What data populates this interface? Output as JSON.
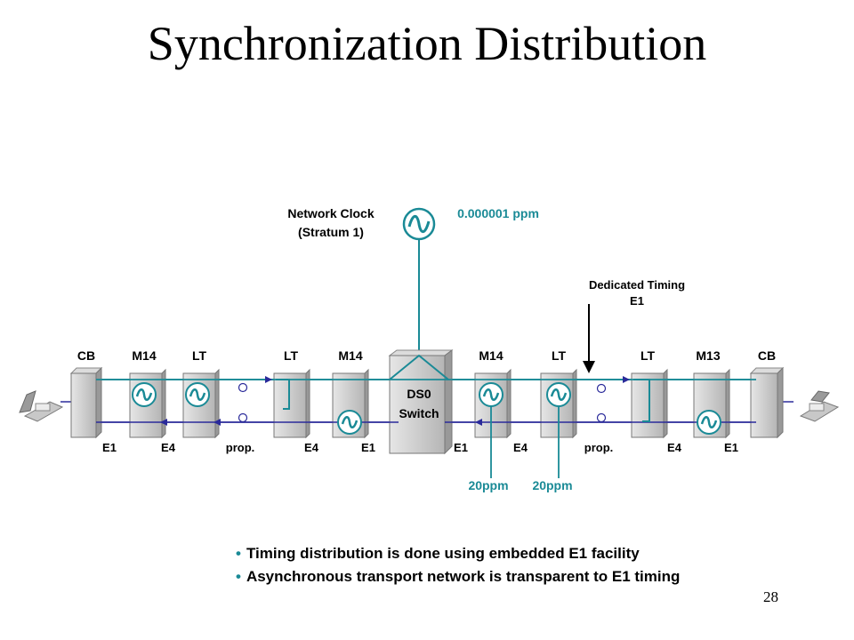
{
  "title": "Synchronization Distribution",
  "network_clock": {
    "line1": "Network Clock",
    "line2": "(Stratum 1)",
    "accuracy": "0.000001  ppm"
  },
  "dedicated_timing": {
    "line1": "Dedicated Timing",
    "line2": "E1"
  },
  "switch": {
    "line1": "DS0",
    "line2": "Switch"
  },
  "top_labels": [
    "CB",
    "M14",
    "LT",
    "LT",
    "M14",
    "M14",
    "LT",
    "LT",
    "M13",
    "CB"
  ],
  "bottom_labels": [
    "E1",
    "E4",
    "prop.",
    "E4",
    "E1",
    "E1",
    "E4",
    "prop.",
    "E4",
    "E1"
  ],
  "ppm_labels": [
    "20ppm",
    "20ppm"
  ],
  "bullets": [
    "Timing distribution is done using embedded E1 facility",
    "Asynchronous transport network is transparent to E1 timing"
  ],
  "page_number": "28",
  "colors": {
    "teal": "#1a8a96",
    "navy": "#2a2a9a",
    "box": "#c9c9c9",
    "accent": "#1a8a96"
  }
}
